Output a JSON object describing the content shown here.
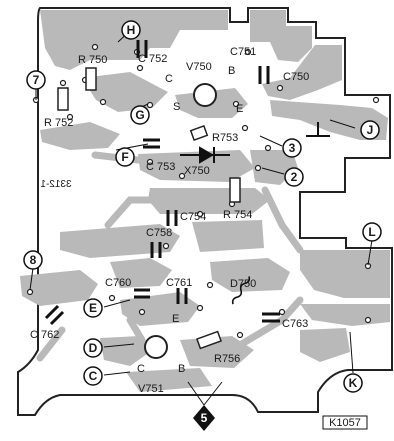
{
  "board": {
    "code": "3312-1",
    "figure_ref": "K1057"
  },
  "components": {
    "r750": "R 750",
    "r752": "R 752",
    "r753": "R753",
    "r754": "R 754",
    "r756": "R756",
    "c750": "C750",
    "c751": "C751",
    "c752": "C 752",
    "c753": "C 753",
    "c754": "C754",
    "c758": "C758",
    "c760": "C760",
    "c761": "C761",
    "c762": "C 762",
    "c763": "C763",
    "v750": "V750",
    "v751": "V751",
    "x750": "X750",
    "d750": "D750"
  },
  "pins_v750": {
    "b": "B",
    "c": "C",
    "e": "E",
    "s": "S"
  },
  "pins_v751": {
    "b": "B",
    "c": "C",
    "e": "E"
  },
  "connectors": {
    "two": "2",
    "three": "3",
    "five": "5",
    "seven": "7",
    "eight": "8",
    "c": "C",
    "d": "D",
    "e": "E",
    "f": "F",
    "g": "G",
    "h": "H",
    "j": "J",
    "k": "K",
    "l": "L"
  }
}
